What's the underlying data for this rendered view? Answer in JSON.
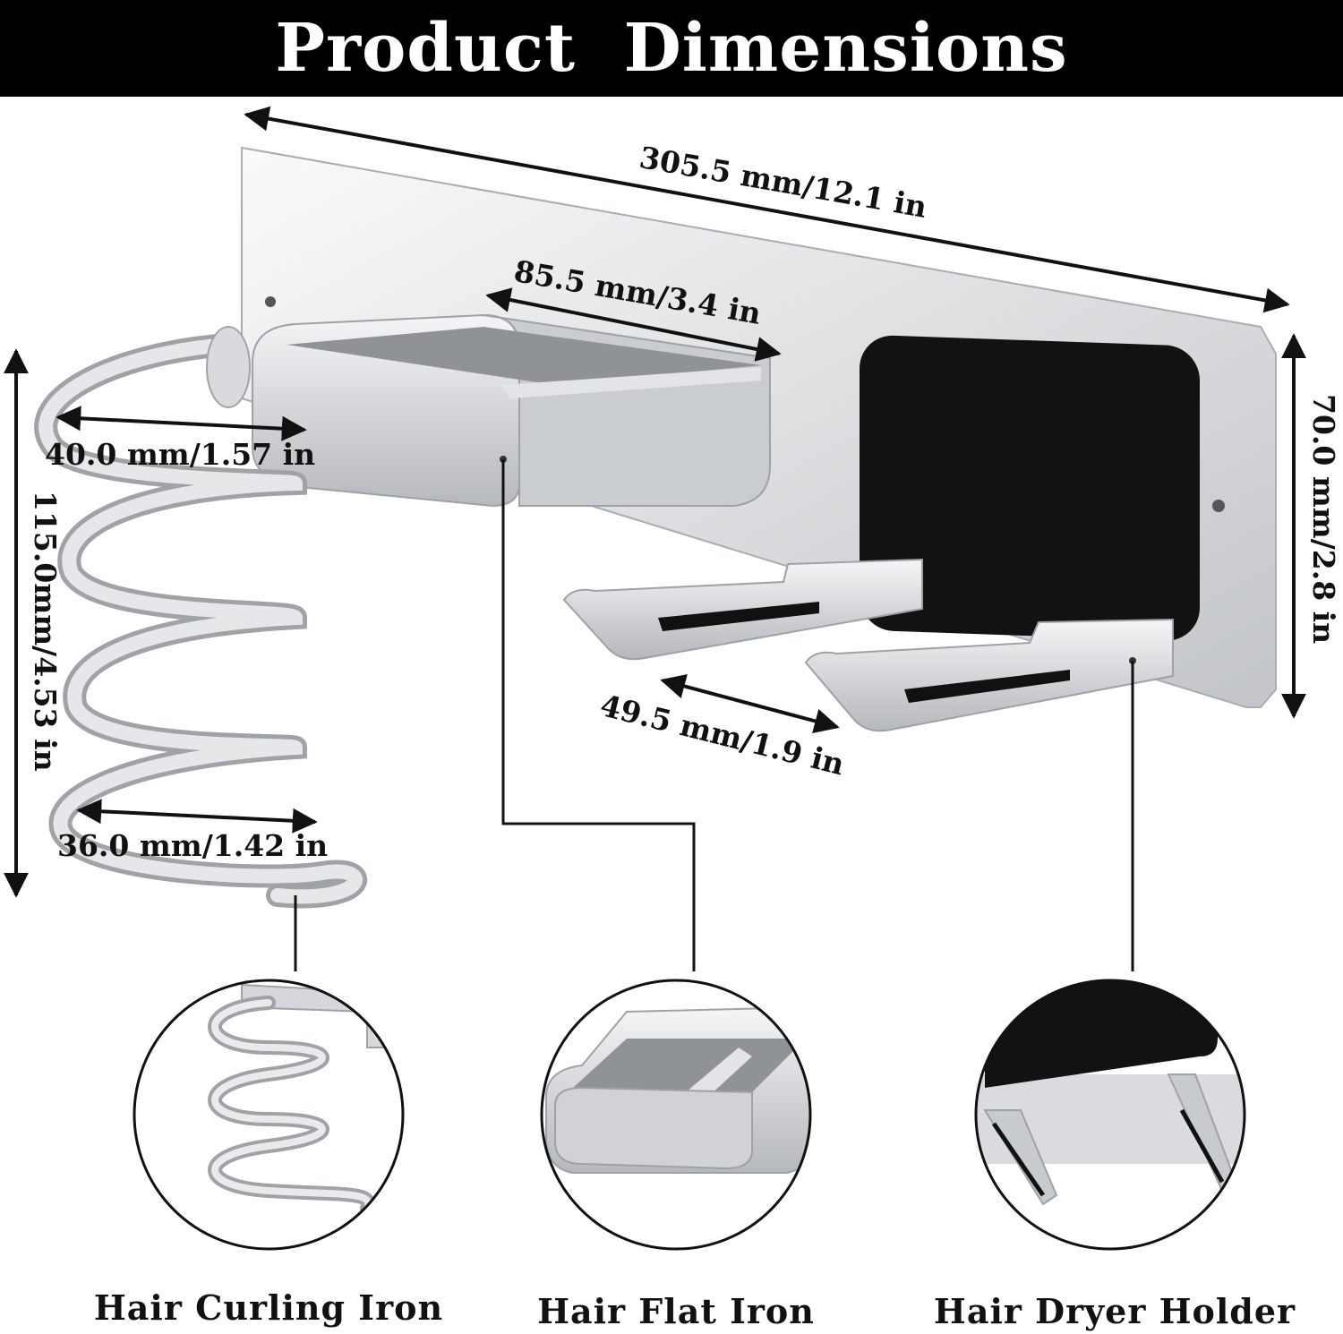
{
  "title": "Product  Dimensions",
  "dimensions": {
    "overall_length": "305.5 mm/12.1 in",
    "holder_width": "85.5 mm/3.4 in",
    "plate_height": "70.0 mm/2.8 in",
    "coil_top_diameter": "40.0 mm/1.57 in",
    "coil_height": "115.0mm/4.53 in",
    "coil_bottom_diameter": "36.0 mm/1.42 in",
    "hook_spacing": "49.5 mm/1.9 in"
  },
  "captions": {
    "curling_iron": "Hair Curling Iron",
    "flat_iron": "Hair Flat Iron",
    "dryer_holder": "Hair Dryer Holder"
  },
  "colors": {
    "banner": "#000000",
    "metal": "#cfd1d4",
    "pad": "#111111"
  }
}
